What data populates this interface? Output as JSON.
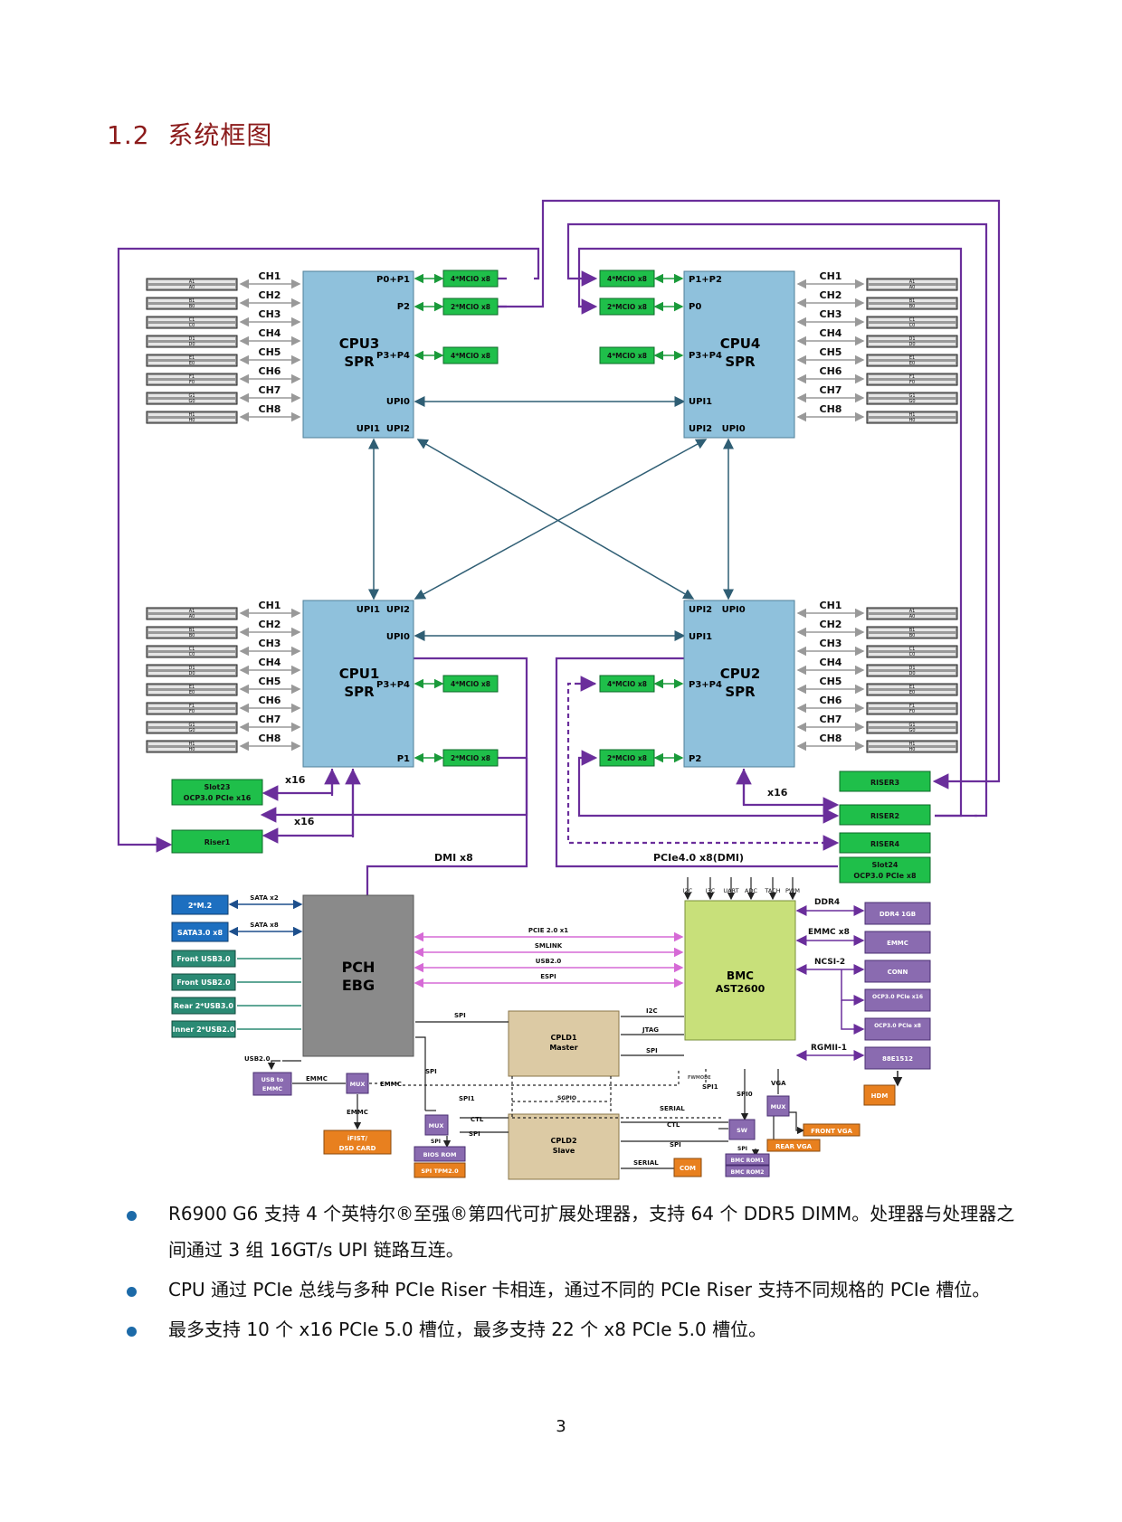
{
  "section": {
    "number": "1.2",
    "title": "系统框图"
  },
  "diagram": {
    "cpus": [
      {
        "id": "cpu3",
        "name": "CPU3",
        "sub": "SPR",
        "ports": {
          "p01": "P0+P1",
          "p2": "P2",
          "p34": "P3+P4",
          "upi0": "UPI0",
          "upi12": "UPI1  UPI2"
        }
      },
      {
        "id": "cpu4",
        "name": "CPU4",
        "sub": "SPR",
        "ports": {
          "p12": "P1+P2",
          "p0": "P0",
          "p34": "P3+P4",
          "upi1": "UPI1",
          "upi20": "UPI2   UPI0"
        }
      },
      {
        "id": "cpu1",
        "name": "CPU1",
        "sub": "SPR",
        "ports": {
          "upi12": "UPI1  UPI2",
          "upi0": "UPI0",
          "p34": "P3+P4",
          "p1": "P1"
        }
      },
      {
        "id": "cpu2",
        "name": "CPU2",
        "sub": "SPR",
        "ports": {
          "upi20": "UPI2   UPI0",
          "upi1": "UPI1",
          "p34": "P3+P4",
          "p2": "P2"
        }
      }
    ],
    "channels": [
      "CH1",
      "CH2",
      "CH3",
      "CH4",
      "CH5",
      "CH6",
      "CH7",
      "CH8"
    ],
    "dimm_labels": [
      [
        "A1",
        "A0"
      ],
      [
        "B1",
        "B0"
      ],
      [
        "C1",
        "C0"
      ],
      [
        "D1",
        "D0"
      ],
      [
        "E1",
        "E0"
      ],
      [
        "F1",
        "F0"
      ],
      [
        "G1",
        "G0"
      ],
      [
        "H1",
        "H0"
      ]
    ],
    "mcio": {
      "x8_4": "4*MCIO x8",
      "x8_2": "2*MCIO x8"
    },
    "slots": {
      "slot23": [
        "Slot23",
        "OCP3.0 PCIe x16"
      ],
      "riser1": "Riser1",
      "riser3": "RISER3",
      "riser2": "RISER2",
      "riser4": "RISER4",
      "slot24": [
        "Slot24",
        "OCP3.0 PCIe x8"
      ]
    },
    "links": {
      "x16": "x16",
      "dmi": "DMI x8",
      "pcie_dmi": "PCIe4.0 x8(DMI)"
    },
    "pch": {
      "name": "PCH",
      "sub": "EBG"
    },
    "pch_left": [
      {
        "label": "2*M.2",
        "color": "#1d6fc0",
        "link": "SATA x2"
      },
      {
        "label": "SATA3.0 x8",
        "color": "#1d6fc0",
        "link": "SATA x8"
      },
      {
        "label": "Front USB3.0",
        "color": "#2b8a74",
        "link": ""
      },
      {
        "label": "Front USB2.0",
        "color": "#2b8a74",
        "link": ""
      },
      {
        "label": "Rear 2*USB3.0",
        "color": "#2b8a74",
        "link": ""
      },
      {
        "label": "Inner 2*USB2.0",
        "color": "#2b8a74",
        "link": ""
      }
    ],
    "pch_bmc_links": [
      "PCIE 2.0 x1",
      "SMLINK",
      "USB2.0",
      "ESPI"
    ],
    "bmc": {
      "name": "BMC",
      "sub": "AST2600"
    },
    "bmc_top": [
      "I2C",
      "I3C",
      "UART",
      "ADC",
      "TACH",
      "PWM"
    ],
    "bmc_right": [
      {
        "label": "DDR4 1GB",
        "link": "DDR4"
      },
      {
        "label": "EMMC",
        "link": "EMMC x8"
      },
      {
        "label": "CONN",
        "link": "NCSI-2"
      },
      {
        "label": "OCP3.0 PCIe x16",
        "link": ""
      },
      {
        "label": "OCP3.0 PCIe x8",
        "link": ""
      },
      {
        "label": "88E1512",
        "link": "RGMII-1"
      }
    ],
    "cpld1": {
      "name": "CPLD1",
      "sub": "Master"
    },
    "cpld2": {
      "name": "CPLD2",
      "sub": "Slave"
    },
    "small": {
      "usb2": "USB2.0",
      "usb_emmc": [
        "USB to",
        "EMMC"
      ],
      "emmc": "EMMC",
      "mux": "MUX",
      "ifist": [
        "iFIST/",
        "DSD CARD"
      ],
      "bios": "BIOS ROM",
      "tpm": "SPI TPM2.0",
      "spi": "SPI",
      "spi1": "SPI1",
      "sgpio": "SGPIO",
      "ctl": "CTL",
      "i2c": "I2C",
      "jtag": "JTAG",
      "serial": "SERIAL",
      "fwmode": "FWMODE",
      "spi0": "SPI0",
      "vga": "VGA",
      "sw": "SW",
      "front_vga": "FRONT VGA",
      "rear_vga": "REAR VGA",
      "hdm": "HDM",
      "com": "COM",
      "bmc_rom1": "BMC ROM1",
      "bmc_rom2": "BMC ROM2",
      "spi_small": "SPI"
    }
  },
  "bullets": [
    "R6900 G6 支持 4 个英特尔®至强®第四代可扩展处理器，支持 64 个 DDR5 DIMM。处理器与处理器之间通过 3 组 16GT/s UPI 链路互连。",
    "CPU 通过 PCIe 总线与多种 PCIe Riser 卡相连，通过不同的 PCIe Riser 支持不同规格的 PCIe 槽位。",
    "最多支持 10 个 x16 PCIe 5.0 槽位，最多支持 22 个 x8 PCIe 5.0 槽位。"
  ],
  "page_number": "3",
  "colors": {
    "cpu": "#8fc1dc",
    "green": "#1fbf4a",
    "purple": "#6a2e9b",
    "pch": "#8a8a8a",
    "bmc": "#c8e07a",
    "cpld": "#dccaa4",
    "mux": "#8a6bb0",
    "orange": "#e8801f",
    "teal": "#2f5e74"
  }
}
